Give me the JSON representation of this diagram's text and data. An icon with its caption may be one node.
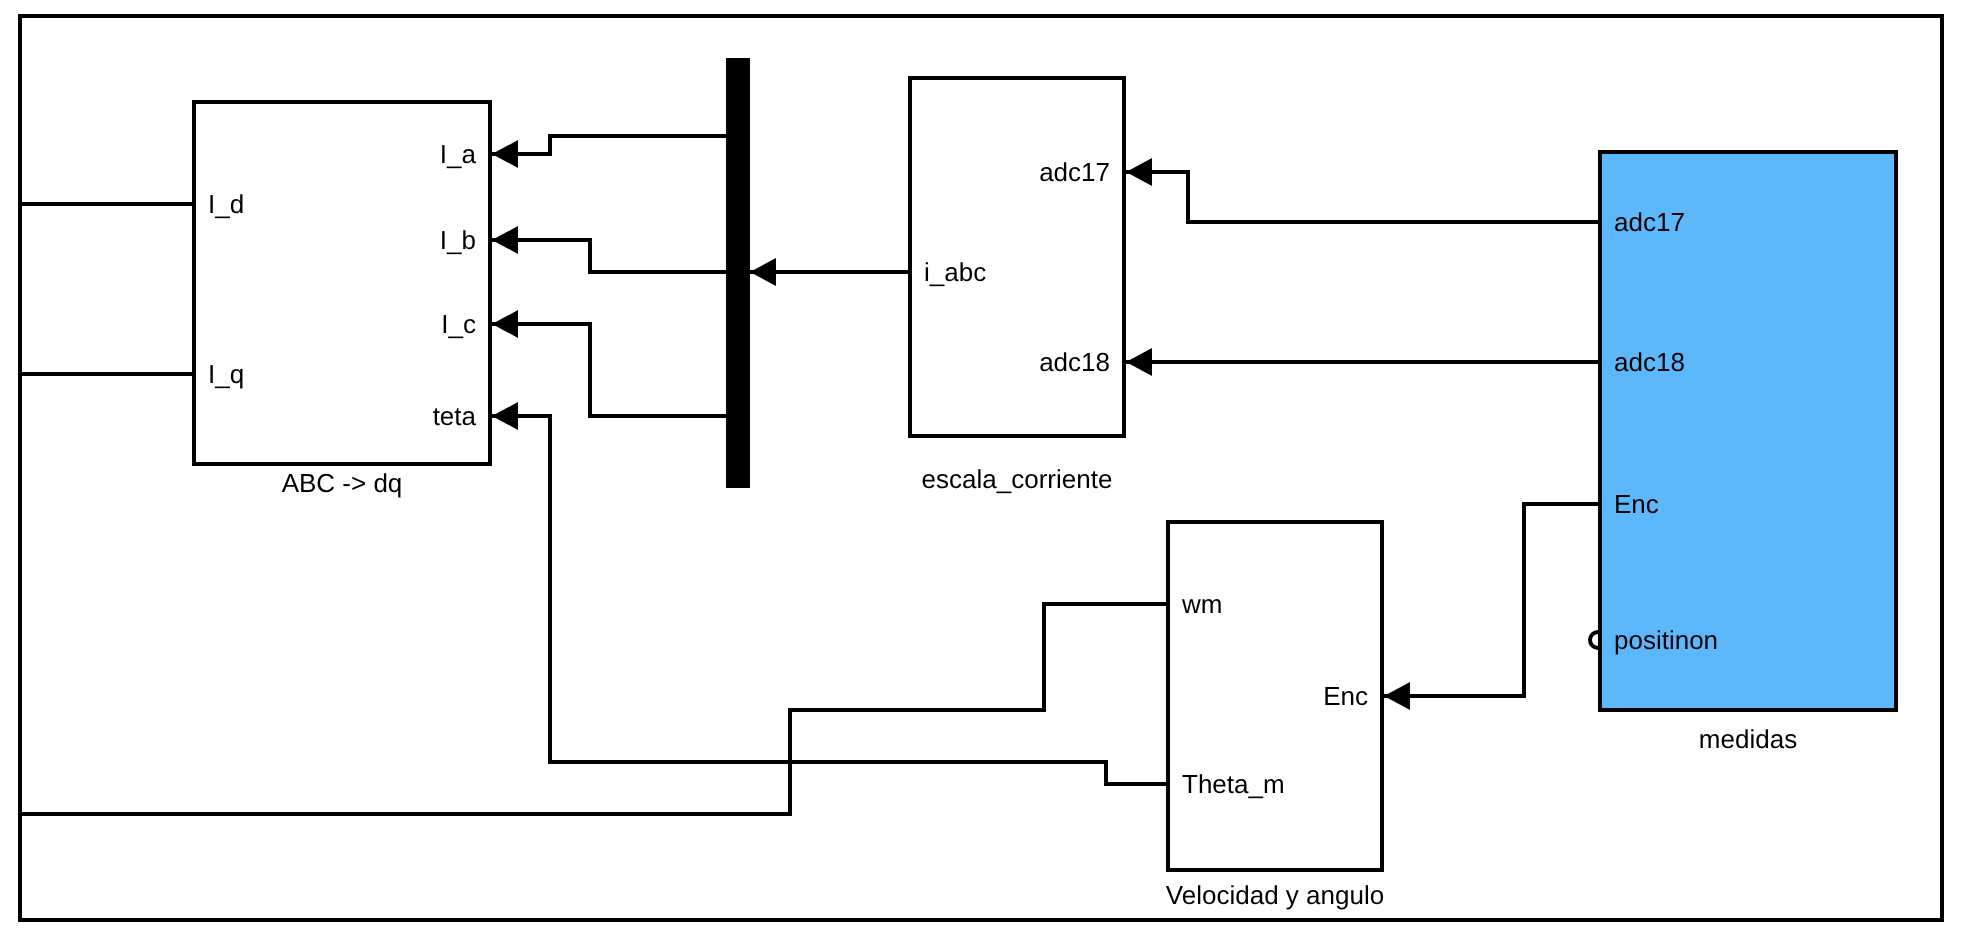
{
  "diagram": {
    "nodes": [
      {
        "text": [
          "I_d",
          "I_q",
          "I_a",
          "I_b",
          "I_c",
          "teta"
        ],
        "beside": [
          "ABC -> dq"
        ]
      },
      {
        "text": [],
        "shape": "bar"
      },
      {
        "text": [
          "adc17",
          "i_abc",
          "adc18"
        ],
        "beside": [
          "escala_corriente"
        ]
      },
      {
        "text": [
          "adc17",
          "adc18",
          "Enc",
          "positinon"
        ],
        "beside": [
          "medidas"
        ]
      },
      {
        "text": [
          "wm",
          "Enc",
          "Theta_m"
        ],
        "beside": [
          "Velocidad y angulo"
        ]
      }
    ],
    "edges": [
      {
        "from": 1,
        "to": 0,
        "arrow": "to"
      },
      {
        "from": 1,
        "to": 0,
        "arrow": "to"
      },
      {
        "from": 1,
        "to": 0,
        "arrow": "to"
      },
      {
        "from": 2,
        "to": 1,
        "arrow": "to"
      },
      {
        "from": 3,
        "to": 2,
        "arrow": "to"
      },
      {
        "from": 3,
        "to": 2,
        "arrow": "to"
      },
      {
        "from": 3,
        "to": 4,
        "arrow": "to"
      },
      {
        "from": 4,
        "to": 0,
        "arrow": "to"
      },
      {
        "from": 0,
        "to": null,
        "arrow": "none"
      },
      {
        "from": 0,
        "to": null,
        "arrow": "none"
      },
      {
        "from": null,
        "to": 4,
        "arrow": "none"
      }
    ]
  }
}
